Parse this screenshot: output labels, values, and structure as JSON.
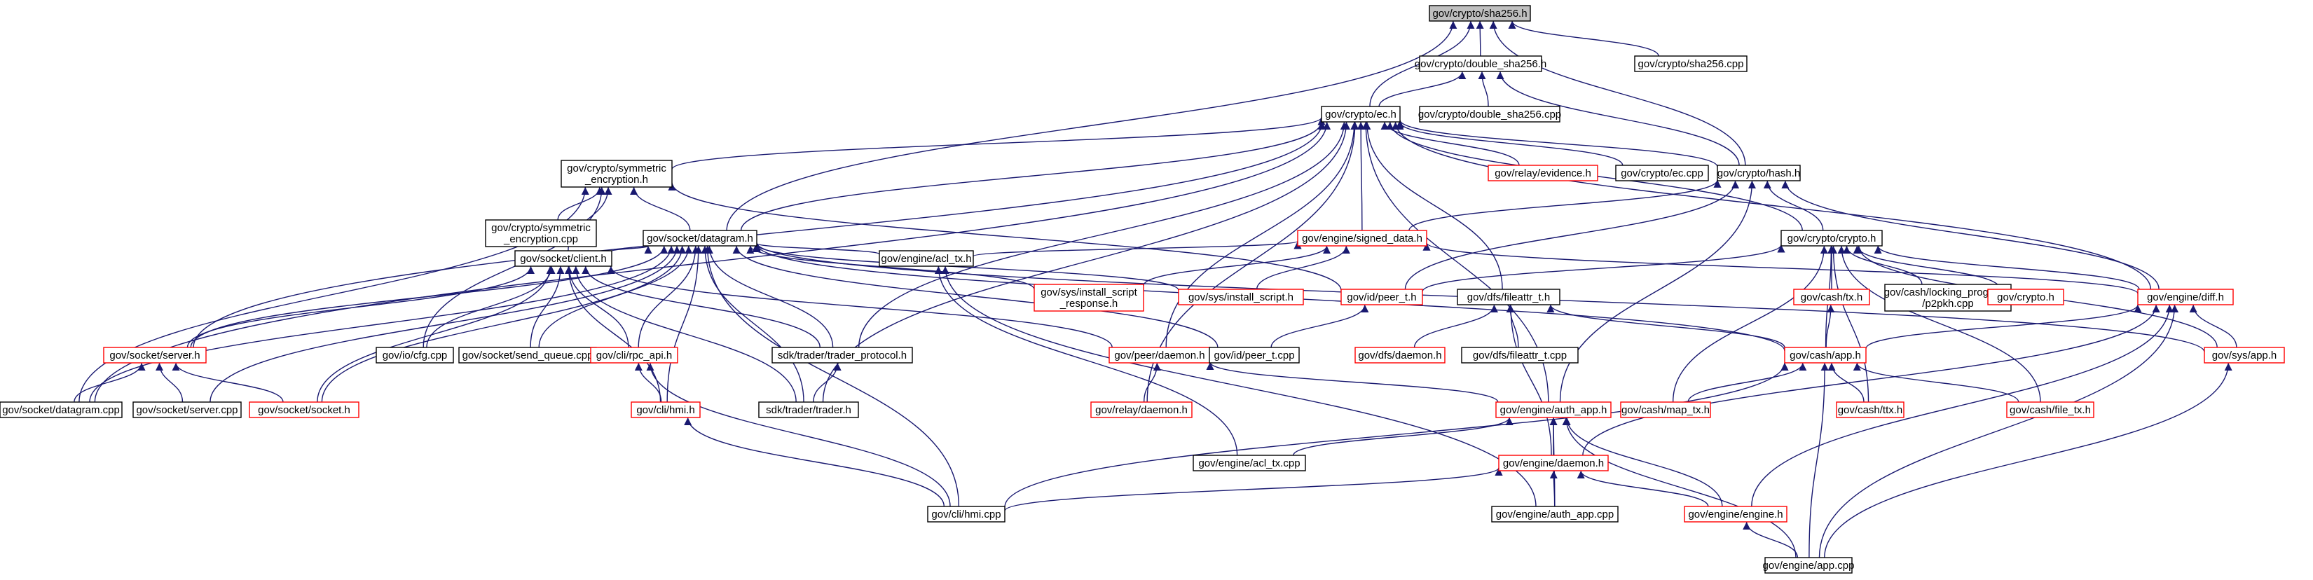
{
  "colors": {
    "edge": "#191970",
    "root_fill": "#bfbfbf",
    "border_normal": "#000000",
    "border_missing": "#ff0000"
  },
  "nodes": {
    "sha256_h": {
      "lines": [
        "gov/crypto/sha256.h"
      ],
      "style": "root"
    },
    "double_sha256_h": {
      "lines": [
        "gov/crypto/double_sha256.h"
      ],
      "style": "normal"
    },
    "sha256_cpp": {
      "lines": [
        "gov/crypto/sha256.cpp"
      ],
      "style": "normal"
    },
    "ec_h": {
      "lines": [
        "gov/crypto/ec.h"
      ],
      "style": "normal"
    },
    "double_sha256_cpp": {
      "lines": [
        "gov/crypto/double_sha256.cpp"
      ],
      "style": "normal"
    },
    "symenc_h": {
      "lines": [
        "gov/crypto/symmetric",
        "_encryption.h"
      ],
      "style": "normal"
    },
    "relay_evidence_h": {
      "lines": [
        "gov/relay/evidence.h"
      ],
      "style": "red"
    },
    "ec_cpp": {
      "lines": [
        "gov/crypto/ec.cpp"
      ],
      "style": "normal"
    },
    "hash_h": {
      "lines": [
        "gov/crypto/hash.h"
      ],
      "style": "normal"
    },
    "symenc_cpp": {
      "lines": [
        "gov/crypto/symmetric",
        "_encryption.cpp"
      ],
      "style": "normal"
    },
    "datagram_h": {
      "lines": [
        "gov/socket/datagram.h"
      ],
      "style": "normal"
    },
    "signed_data_h": {
      "lines": [
        "gov/engine/signed_data.h"
      ],
      "style": "red"
    },
    "crypto_h": {
      "lines": [
        "gov/crypto/crypto.h"
      ],
      "style": "normal"
    },
    "client_h": {
      "lines": [
        "gov/socket/client.h"
      ],
      "style": "normal"
    },
    "acl_tx_h": {
      "lines": [
        "gov/engine/acl_tx.h"
      ],
      "style": "normal"
    },
    "install_script_response_h": {
      "lines": [
        "gov/sys/install_script",
        "_response.h"
      ],
      "style": "red"
    },
    "install_script_h": {
      "lines": [
        "gov/sys/install_script.h"
      ],
      "style": "red"
    },
    "peer_t_h": {
      "lines": [
        "gov/id/peer_t.h"
      ],
      "style": "red"
    },
    "fileattr_t_h": {
      "lines": [
        "gov/dfs/fileattr_t.h"
      ],
      "style": "normal"
    },
    "cash_tx_h": {
      "lines": [
        "gov/cash/tx.h"
      ],
      "style": "red"
    },
    "p2pkh_cpp": {
      "lines": [
        "gov/cash/locking_programs",
        "/p2pkh.cpp"
      ],
      "style": "normal"
    },
    "crypto_crypto_h": {
      "lines": [
        "gov/crypto.h"
      ],
      "style": "red"
    },
    "diff_h": {
      "lines": [
        "gov/engine/diff.h"
      ],
      "style": "red"
    },
    "server_h": {
      "lines": [
        "gov/socket/server.h"
      ],
      "style": "red"
    },
    "cfg_cpp": {
      "lines": [
        "gov/io/cfg.cpp"
      ],
      "style": "normal"
    },
    "send_queue_cpp": {
      "lines": [
        "gov/socket/send_queue.cpp"
      ],
      "style": "normal"
    },
    "rpc_api_h": {
      "lines": [
        "gov/cli/rpc_api.h"
      ],
      "style": "red"
    },
    "trader_protocol_h": {
      "lines": [
        "sdk/trader/trader_protocol.h"
      ],
      "style": "normal"
    },
    "peer_daemon_h": {
      "lines": [
        "gov/peer/daemon.h"
      ],
      "style": "red"
    },
    "peer_t_cpp": {
      "lines": [
        "gov/id/peer_t.cpp"
      ],
      "style": "normal"
    },
    "dfs_daemon_h": {
      "lines": [
        "gov/dfs/daemon.h"
      ],
      "style": "red"
    },
    "fileattr_t_cpp": {
      "lines": [
        "gov/dfs/fileattr_t.cpp"
      ],
      "style": "normal"
    },
    "cash_app_h": {
      "lines": [
        "gov/cash/app.h"
      ],
      "style": "red"
    },
    "sys_app_h": {
      "lines": [
        "gov/sys/app.h"
      ],
      "style": "red"
    },
    "datagram_cpp": {
      "lines": [
        "gov/socket/datagram.cpp"
      ],
      "style": "normal"
    },
    "server_cpp": {
      "lines": [
        "gov/socket/server.cpp"
      ],
      "style": "normal"
    },
    "socket_h": {
      "lines": [
        "gov/socket/socket.h"
      ],
      "style": "red"
    },
    "hmi_h": {
      "lines": [
        "gov/cli/hmi.h"
      ],
      "style": "red"
    },
    "trader_h": {
      "lines": [
        "sdk/trader/trader.h"
      ],
      "style": "normal"
    },
    "relay_daemon_h": {
      "lines": [
        "gov/relay/daemon.h"
      ],
      "style": "red"
    },
    "auth_app_h": {
      "lines": [
        "gov/engine/auth_app.h"
      ],
      "style": "red"
    },
    "map_tx_h": {
      "lines": [
        "gov/cash/map_tx.h"
      ],
      "style": "red"
    },
    "ttx_h": {
      "lines": [
        "gov/cash/ttx.h"
      ],
      "style": "red"
    },
    "file_tx_h": {
      "lines": [
        "gov/cash/file_tx.h"
      ],
      "style": "red"
    },
    "acl_tx_cpp": {
      "lines": [
        "gov/engine/acl_tx.cpp"
      ],
      "style": "normal"
    },
    "engine_daemon_h": {
      "lines": [
        "gov/engine/daemon.h"
      ],
      "style": "red"
    },
    "hmi_cpp": {
      "lines": [
        "gov/cli/hmi.cpp"
      ],
      "style": "normal"
    },
    "auth_app_cpp": {
      "lines": [
        "gov/engine/auth_app.cpp"
      ],
      "style": "normal"
    },
    "engine_h": {
      "lines": [
        "gov/engine/engine.h"
      ],
      "style": "red"
    },
    "app_cpp": {
      "lines": [
        "gov/engine/app.cpp"
      ],
      "style": "normal"
    }
  },
  "edges": [
    [
      "double_sha256_h",
      "sha256_h"
    ],
    [
      "sha256_cpp",
      "sha256_h"
    ],
    [
      "ec_h",
      "sha256_h"
    ],
    [
      "hash_h",
      "sha256_h"
    ],
    [
      "datagram_h",
      "sha256_h"
    ],
    [
      "ec_h",
      "double_sha256_h"
    ],
    [
      "double_sha256_cpp",
      "double_sha256_h"
    ],
    [
      "hash_h",
      "double_sha256_h"
    ],
    [
      "symenc_h",
      "ec_h"
    ],
    [
      "relay_evidence_h",
      "ec_h"
    ],
    [
      "ec_cpp",
      "ec_h"
    ],
    [
      "hash_h",
      "ec_h"
    ],
    [
      "datagram_h",
      "ec_h"
    ],
    [
      "signed_data_h",
      "ec_h"
    ],
    [
      "crypto_h",
      "ec_h"
    ],
    [
      "fileattr_t_h",
      "ec_h"
    ],
    [
      "diff_h",
      "ec_h"
    ],
    [
      "server_h",
      "ec_h"
    ],
    [
      "trader_protocol_h",
      "ec_h"
    ],
    [
      "peer_daemon_h",
      "ec_h"
    ],
    [
      "relay_daemon_h",
      "ec_h"
    ],
    [
      "auth_app_h",
      "ec_h"
    ],
    [
      "trader_h",
      "ec_h"
    ],
    [
      "datagram_cpp",
      "ec_h"
    ],
    [
      "symenc_cpp",
      "symenc_h"
    ],
    [
      "datagram_h",
      "symenc_h"
    ],
    [
      "client_h",
      "symenc_h"
    ],
    [
      "cfg_cpp",
      "symenc_h"
    ],
    [
      "peer_t_h",
      "symenc_h"
    ],
    [
      "datagram_cpp",
      "symenc_h"
    ],
    [
      "signed_data_h",
      "hash_h"
    ],
    [
      "crypto_h",
      "hash_h"
    ],
    [
      "peer_t_h",
      "hash_h"
    ],
    [
      "auth_app_h",
      "hash_h"
    ],
    [
      "diff_h",
      "hash_h"
    ],
    [
      "client_h",
      "datagram_h"
    ],
    [
      "acl_tx_h",
      "datagram_h"
    ],
    [
      "install_script_response_h",
      "datagram_h"
    ],
    [
      "install_script_h",
      "datagram_h"
    ],
    [
      "server_h",
      "datagram_h"
    ],
    [
      "rpc_api_h",
      "datagram_h"
    ],
    [
      "trader_protocol_h",
      "datagram_h"
    ],
    [
      "peer_t_cpp",
      "datagram_h"
    ],
    [
      "cash_app_h",
      "datagram_h"
    ],
    [
      "sys_app_h",
      "datagram_h"
    ],
    [
      "datagram_cpp",
      "datagram_h"
    ],
    [
      "server_cpp",
      "datagram_h"
    ],
    [
      "socket_h",
      "datagram_h"
    ],
    [
      "hmi_h",
      "datagram_h"
    ],
    [
      "trader_h",
      "datagram_h"
    ],
    [
      "hmi_cpp",
      "datagram_h"
    ],
    [
      "send_queue_cpp",
      "datagram_h"
    ],
    [
      "acl_tx_h",
      "signed_data_h"
    ],
    [
      "install_script_response_h",
      "signed_data_h"
    ],
    [
      "install_script_h",
      "signed_data_h"
    ],
    [
      "diff_h",
      "signed_data_h"
    ],
    [
      "peer_t_h",
      "crypto_h"
    ],
    [
      "cash_tx_h",
      "crypto_h"
    ],
    [
      "p2pkh_cpp",
      "crypto_h"
    ],
    [
      "crypto_crypto_h",
      "crypto_h"
    ],
    [
      "diff_h",
      "crypto_h"
    ],
    [
      "cash_app_h",
      "crypto_h"
    ],
    [
      "sys_app_h",
      "crypto_h"
    ],
    [
      "map_tx_h",
      "crypto_h"
    ],
    [
      "ttx_h",
      "crypto_h"
    ],
    [
      "file_tx_h",
      "crypto_h"
    ],
    [
      "server_h",
      "client_h"
    ],
    [
      "cfg_cpp",
      "client_h"
    ],
    [
      "send_queue_cpp",
      "client_h"
    ],
    [
      "rpc_api_h",
      "client_h"
    ],
    [
      "trader_protocol_h",
      "client_h"
    ],
    [
      "peer_daemon_h",
      "client_h"
    ],
    [
      "socket_h",
      "client_h"
    ],
    [
      "trader_h",
      "client_h"
    ],
    [
      "hmi_h",
      "client_h"
    ],
    [
      "acl_tx_cpp",
      "acl_tx_h"
    ],
    [
      "auth_app_cpp",
      "acl_tx_h"
    ],
    [
      "peer_t_cpp",
      "peer_t_h"
    ],
    [
      "dfs_daemon_h",
      "fileattr_t_h"
    ],
    [
      "fileattr_t_cpp",
      "fileattr_t_h"
    ],
    [
      "cash_app_h",
      "fileattr_t_h"
    ],
    [
      "engine_daemon_h",
      "fileattr_t_h"
    ],
    [
      "cash_app_h",
      "cash_tx_h"
    ],
    [
      "cash_app_h",
      "diff_h"
    ],
    [
      "sys_app_h",
      "diff_h"
    ],
    [
      "engine_daemon_h",
      "diff_h"
    ],
    [
      "engine_h",
      "diff_h"
    ],
    [
      "app_cpp",
      "diff_h"
    ],
    [
      "datagram_cpp",
      "server_h"
    ],
    [
      "server_cpp",
      "server_h"
    ],
    [
      "socket_h",
      "server_h"
    ],
    [
      "hmi_h",
      "rpc_api_h"
    ],
    [
      "hmi_cpp",
      "rpc_api_h"
    ],
    [
      "trader_h",
      "trader_protocol_h"
    ],
    [
      "relay_daemon_h",
      "peer_daemon_h"
    ],
    [
      "auth_app_h",
      "peer_daemon_h"
    ],
    [
      "map_tx_h",
      "cash_app_h"
    ],
    [
      "ttx_h",
      "cash_app_h"
    ],
    [
      "file_tx_h",
      "cash_app_h"
    ],
    [
      "hmi_cpp",
      "cash_app_h"
    ],
    [
      "app_cpp",
      "cash_app_h"
    ],
    [
      "app_cpp",
      "sys_app_h"
    ],
    [
      "hmi_cpp",
      "hmi_h"
    ],
    [
      "acl_tx_cpp",
      "auth_app_h"
    ],
    [
      "engine_daemon_h",
      "auth_app_h"
    ],
    [
      "auth_app_cpp",
      "auth_app_h"
    ],
    [
      "engine_h",
      "auth_app_h"
    ],
    [
      "app_cpp",
      "auth_app_h"
    ],
    [
      "hmi_cpp",
      "engine_daemon_h"
    ],
    [
      "auth_app_cpp",
      "engine_daemon_h"
    ],
    [
      "engine_h",
      "engine_daemon_h"
    ],
    [
      "app_cpp",
      "engine_h"
    ]
  ]
}
